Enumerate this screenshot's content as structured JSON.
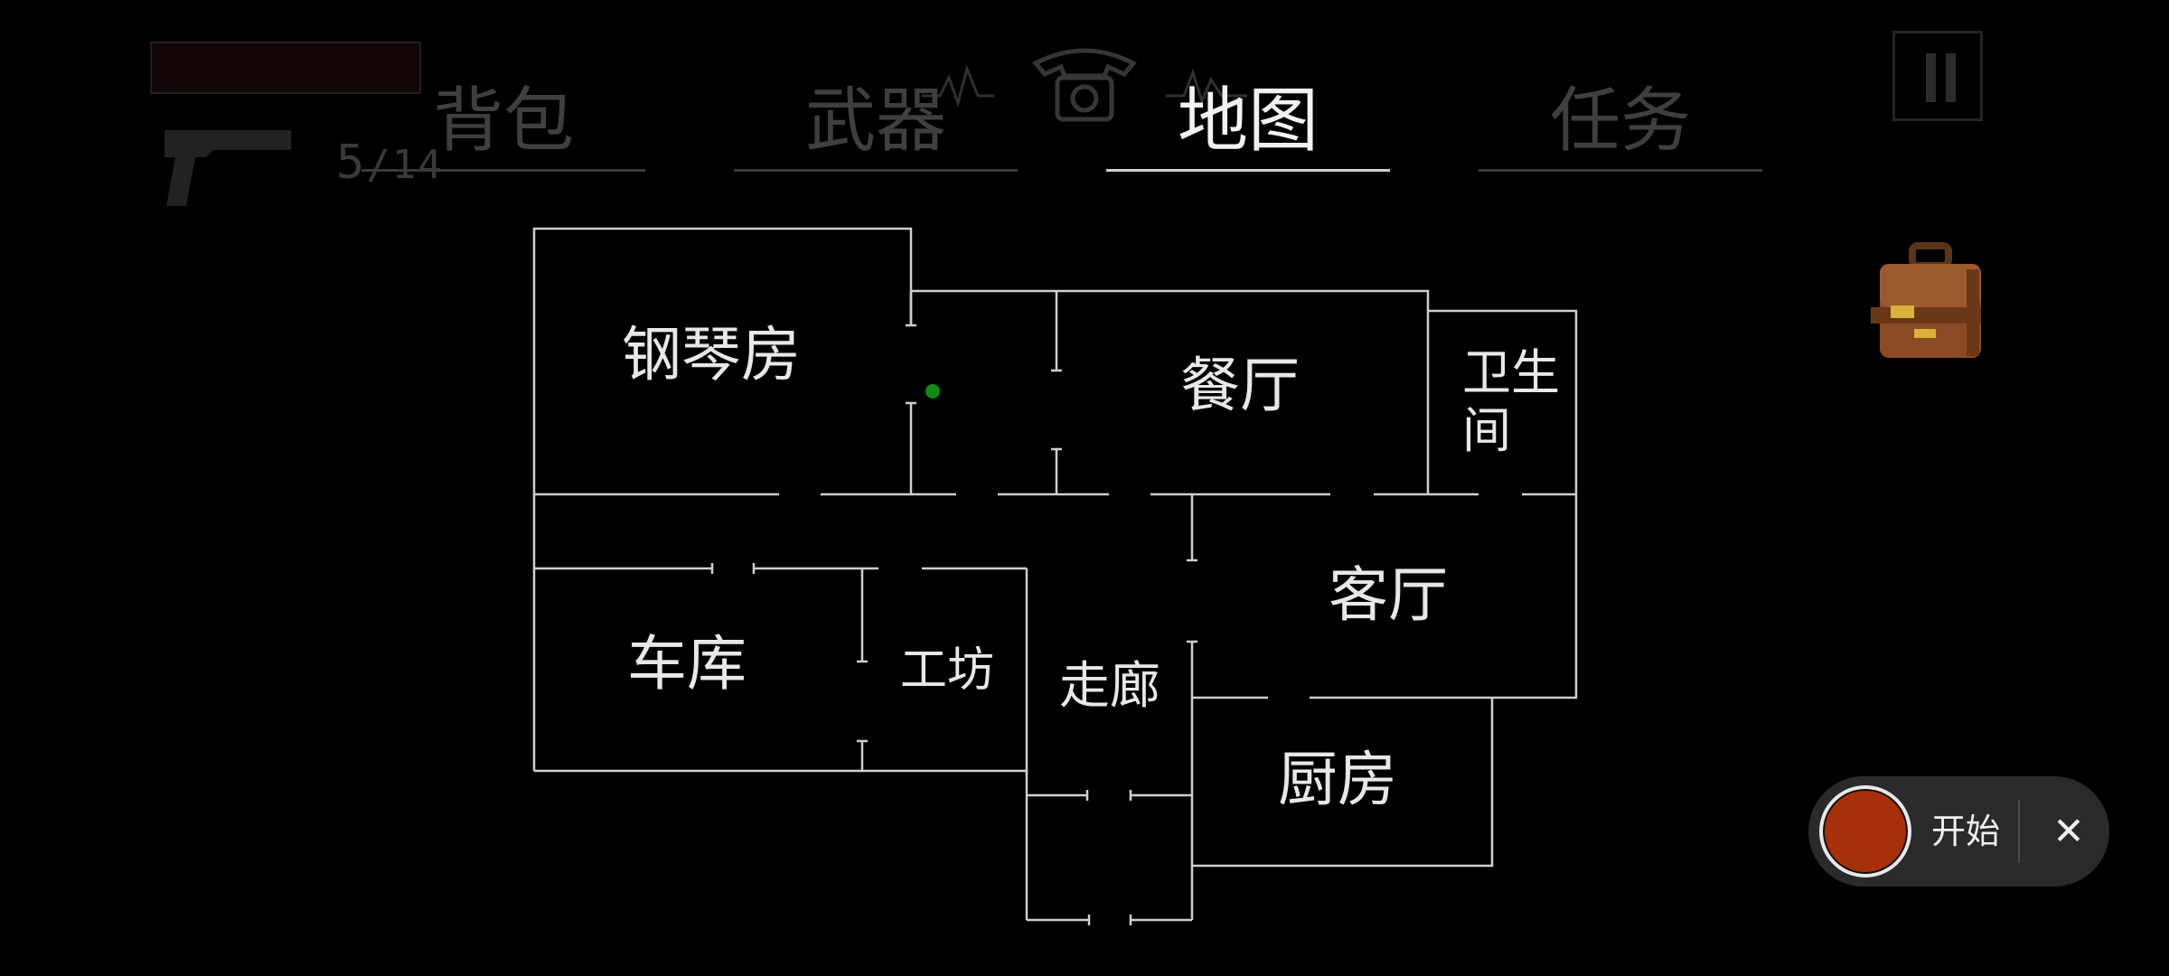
{
  "hud": {
    "ammo_current": "5",
    "ammo_max": "/14"
  },
  "tabs": [
    {
      "label": "背包",
      "active": false
    },
    {
      "label": "武器",
      "active": false
    },
    {
      "label": "地图",
      "active": true
    },
    {
      "label": "任务",
      "active": false
    }
  ],
  "map": {
    "rooms": {
      "piano": "钢琴房",
      "dining": "餐厅",
      "bathroom_line1": "卫生",
      "bathroom_line2": "间",
      "living": "客厅",
      "garage": "车库",
      "workshop": "工坊",
      "corridor": "走廊",
      "kitchen": "厨房"
    },
    "player_marker_color": "#118a11",
    "wall_color": "#cfcfcf"
  },
  "recorder": {
    "start_label": "开始",
    "close_label": "✕",
    "record_color": "#a6300a"
  },
  "icons": {
    "inventory": "briefcase-icon",
    "pause": "pause-icon",
    "weapon": "pistol-icon",
    "phone": "phone-icon"
  }
}
